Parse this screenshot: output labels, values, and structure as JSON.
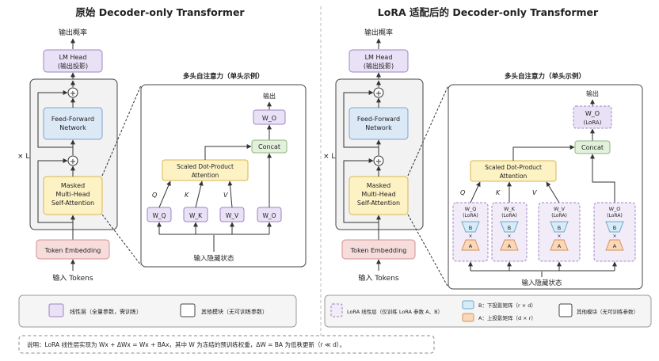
{
  "left": {
    "title": "原始 Decoder-only Transformer",
    "output": "输出概率",
    "lm_head": [
      "LM Head",
      "(输出投影)"
    ],
    "ffn": [
      "Feed-Forward",
      "Network"
    ],
    "attn": [
      "Masked",
      "Multi-Head",
      "Self-Attention"
    ],
    "embedding": "Token Embedding",
    "input": "输入 Tokens",
    "repeat": "× L",
    "plus": "+"
  },
  "left_detail": {
    "title": "多头自注意力（单头示例）",
    "output": "输出",
    "wo_top": "W_O",
    "concat": "Concat",
    "sdpa": [
      "Scaled Dot-Product",
      "Attention"
    ],
    "q": "Q",
    "k": "K",
    "v": "V",
    "wq": "W_Q",
    "wk": "W_K",
    "wv": "W_V",
    "wo": "W_O",
    "input": "输入隐藏状态"
  },
  "right": {
    "title": "LoRA 适配后的 Decoder-only Transformer",
    "output": "输出概率",
    "lm_head": [
      "LM Head",
      "(输出投影)"
    ],
    "ffn": [
      "Feed-Forward",
      "Network"
    ],
    "attn": [
      "Masked",
      "Multi-Head",
      "Self-Attention"
    ],
    "embedding": "Token Embedding",
    "input": "输入 Tokens",
    "repeat": "× L",
    "plus": "+"
  },
  "right_detail": {
    "title": "多头自注意力（单头示例）",
    "output": "输出",
    "wo_top": "W_O",
    "wo_top_sub": "(LoRA)",
    "concat": "Concat",
    "sdpa": [
      "Scaled Dot-Product",
      "Attention"
    ],
    "q": "Q",
    "k": "K",
    "v": "V",
    "lora_units": [
      {
        "w": "W_Q",
        "sub": "(LoRA)"
      },
      {
        "w": "W_K",
        "sub": "(LoRA)"
      },
      {
        "w": "W_V",
        "sub": "(LoRA)"
      },
      {
        "w": "W_O",
        "sub": "(LoRA)"
      }
    ],
    "b_label": "B",
    "a_label": "A",
    "times": "×",
    "input": "输入隐藏状态"
  },
  "legend_left": {
    "linear": "线性层（全量参数，需训练）",
    "other": "其他模块（无可训练参数）"
  },
  "legend_right": {
    "lora": "LoRA 线性层（仅训练 LoRA 参数 A、B）",
    "b": "B：下投影矩阵（r × d）",
    "a": "A：上投影矩阵（d × r）",
    "other": "其他模块（无可训练参数）"
  },
  "note": "说明：LoRA 线性层实现为 Wx + ΔWx = Wx + BAx，其中 W 为冻结的预训练权重，ΔW = BA 为低秩更新（r ≪ d）。",
  "colors": {
    "purple_fill": "#e9e1f5",
    "purple_stroke": "#9b85c4",
    "blue_fill": "#dbe8f6",
    "blue_stroke": "#7fa2cc",
    "yellow_fill": "#fdf2c4",
    "yellow_stroke": "#d8b64e",
    "pink_fill": "#f7dcdc",
    "pink_stroke": "#d09090",
    "green_fill": "#e2f0dc",
    "green_stroke": "#8eb87e",
    "orange_fill": "#f9d7b8",
    "orange_stroke": "#d7935c",
    "cyan_fill": "#d6ecf8",
    "cyan_stroke": "#6fa8cc"
  }
}
